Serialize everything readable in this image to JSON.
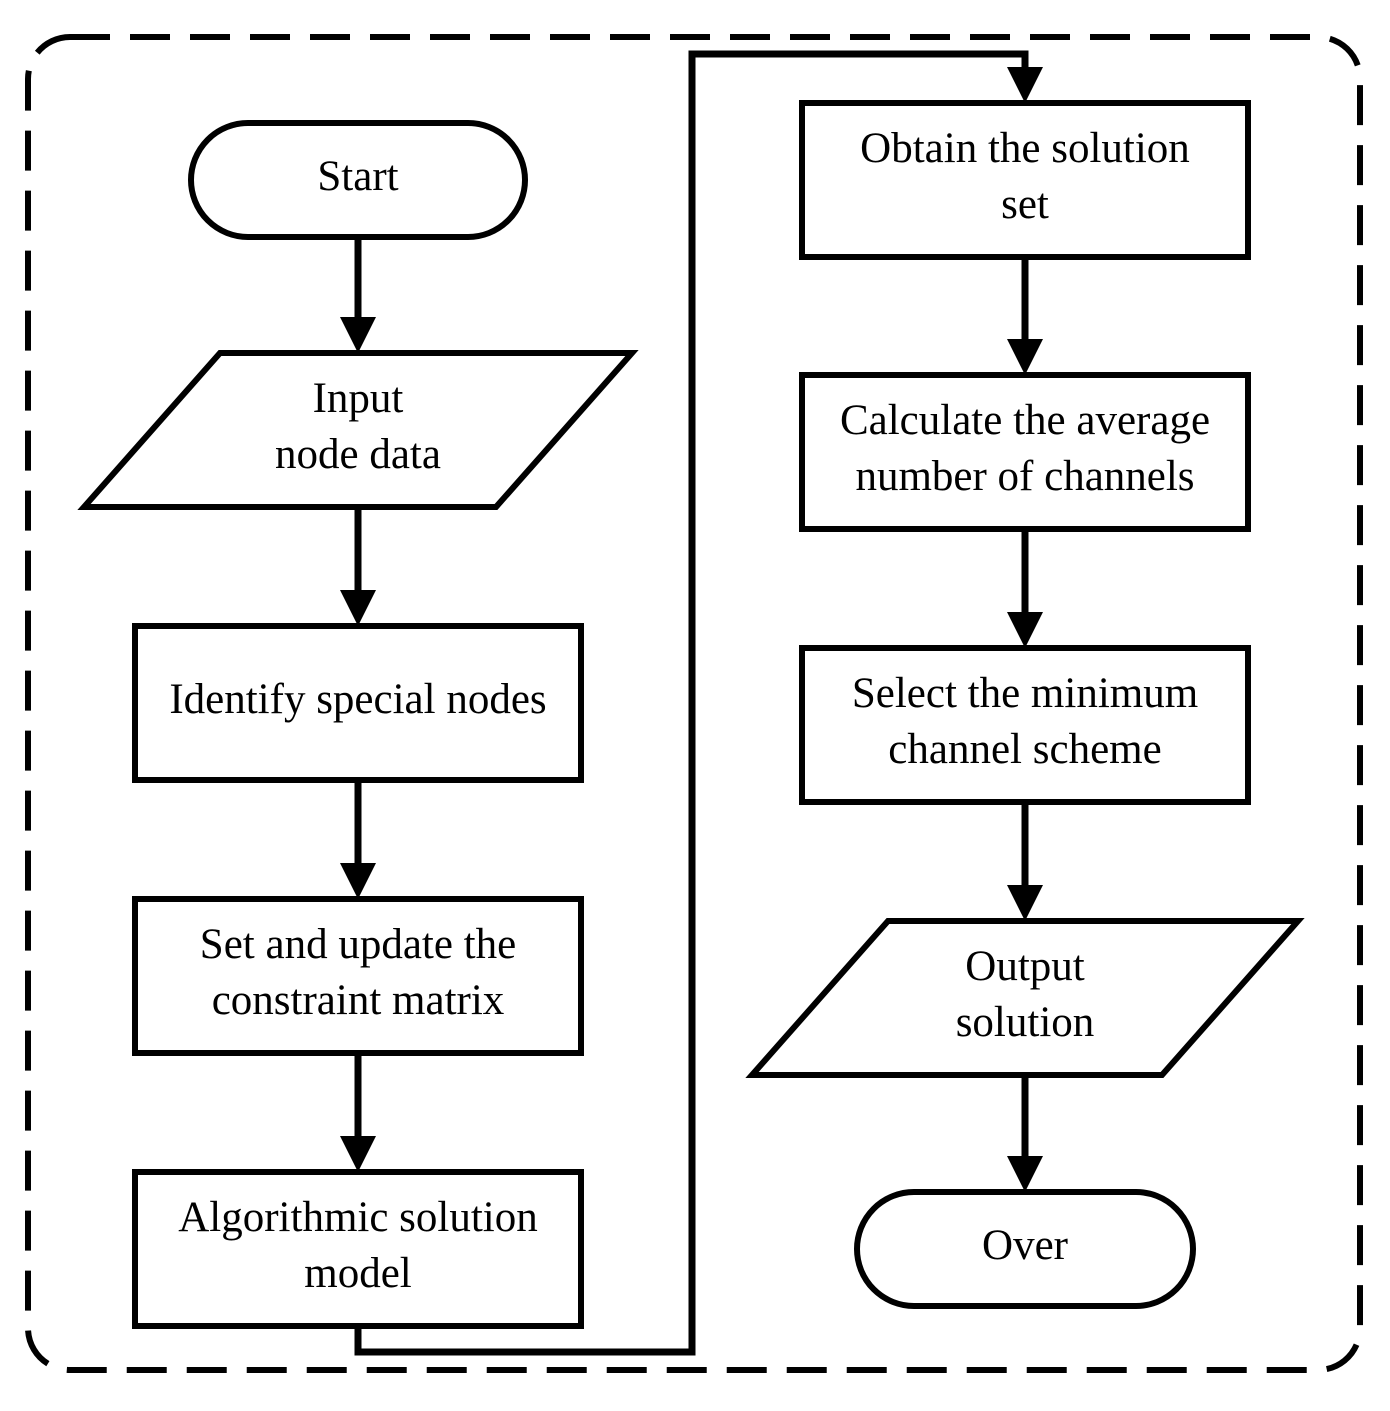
{
  "nodes": [
    {
      "id": "start",
      "shape": "terminator",
      "lines": [
        "Start"
      ]
    },
    {
      "id": "input",
      "shape": "parallelogram",
      "lines": [
        "Input",
        "node data"
      ]
    },
    {
      "id": "identify",
      "shape": "process",
      "lines": [
        "Identify special nodes"
      ]
    },
    {
      "id": "set",
      "shape": "process",
      "lines": [
        "Set and update the",
        "constraint matrix"
      ]
    },
    {
      "id": "algo",
      "shape": "process",
      "lines": [
        "Algorithmic solution",
        "model"
      ]
    },
    {
      "id": "obtain",
      "shape": "process",
      "lines": [
        "Obtain the solution",
        "set"
      ]
    },
    {
      "id": "calc",
      "shape": "process",
      "lines": [
        "Calculate the average",
        "number of channels"
      ]
    },
    {
      "id": "select",
      "shape": "process",
      "lines": [
        "Select the minimum",
        "channel scheme"
      ]
    },
    {
      "id": "output",
      "shape": "parallelogram",
      "lines": [
        "Output",
        "solution"
      ]
    },
    {
      "id": "over",
      "shape": "terminator",
      "lines": [
        "Over"
      ]
    }
  ],
  "edges": [
    {
      "from": "start",
      "to": "input"
    },
    {
      "from": "input",
      "to": "identify"
    },
    {
      "from": "identify",
      "to": "set"
    },
    {
      "from": "set",
      "to": "algo"
    },
    {
      "from": "algo",
      "to": "obtain"
    },
    {
      "from": "obtain",
      "to": "calc"
    },
    {
      "from": "calc",
      "to": "select"
    },
    {
      "from": "select",
      "to": "output"
    },
    {
      "from": "output",
      "to": "over"
    }
  ]
}
